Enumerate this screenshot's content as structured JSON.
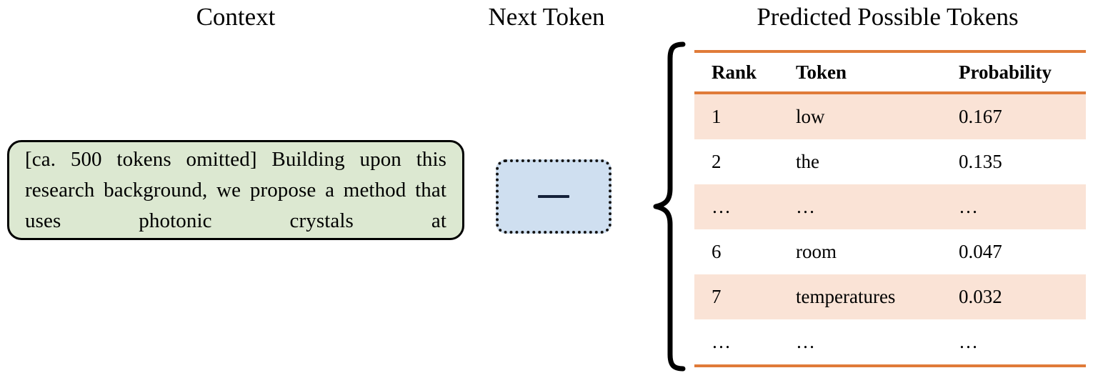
{
  "headings": {
    "context": "Context",
    "next_token": "Next Token",
    "predicted": "Predicted Possible Tokens"
  },
  "context_box": {
    "text": "[ca. 500 tokens omitted] Building upon this research background, we propose a method that uses photonic crystals at",
    "fill_color": "#dce8d1",
    "border_color": "#000000"
  },
  "next_token_box": {
    "placeholder_glyph": "—",
    "fill_color": "#cfdff0",
    "border_color": "#141414",
    "border_style": "dotted"
  },
  "brace": {
    "name": "left-curly-brace",
    "color": "#000000"
  },
  "table": {
    "accent_color": "#e07b39",
    "row_highlight_color": "#fae3d6",
    "columns": [
      "Rank",
      "Token",
      "Probability"
    ],
    "rows": [
      {
        "rank": "1",
        "token": "low",
        "probability": "0.167",
        "shaded": true
      },
      {
        "rank": "2",
        "token": "the",
        "probability": "0.135",
        "shaded": false
      },
      {
        "rank": "…",
        "token": "…",
        "probability": "…",
        "shaded": true
      },
      {
        "rank": "6",
        "token": "room",
        "probability": "0.047",
        "shaded": false
      },
      {
        "rank": "7",
        "token": "temperatures",
        "probability": "0.032",
        "shaded": true
      },
      {
        "rank": "…",
        "token": "…",
        "probability": "…",
        "shaded": false
      }
    ]
  },
  "chart_data": {
    "type": "table",
    "title": "Predicted Possible Tokens",
    "categories": [
      "low",
      "the",
      "…",
      "room",
      "temperatures",
      "…"
    ],
    "ranks": [
      "1",
      "2",
      "…",
      "6",
      "7",
      "…"
    ],
    "values": [
      0.167,
      0.135,
      null,
      0.047,
      0.032,
      null
    ],
    "xlabel": "Token",
    "ylabel": "Probability",
    "legend": []
  }
}
